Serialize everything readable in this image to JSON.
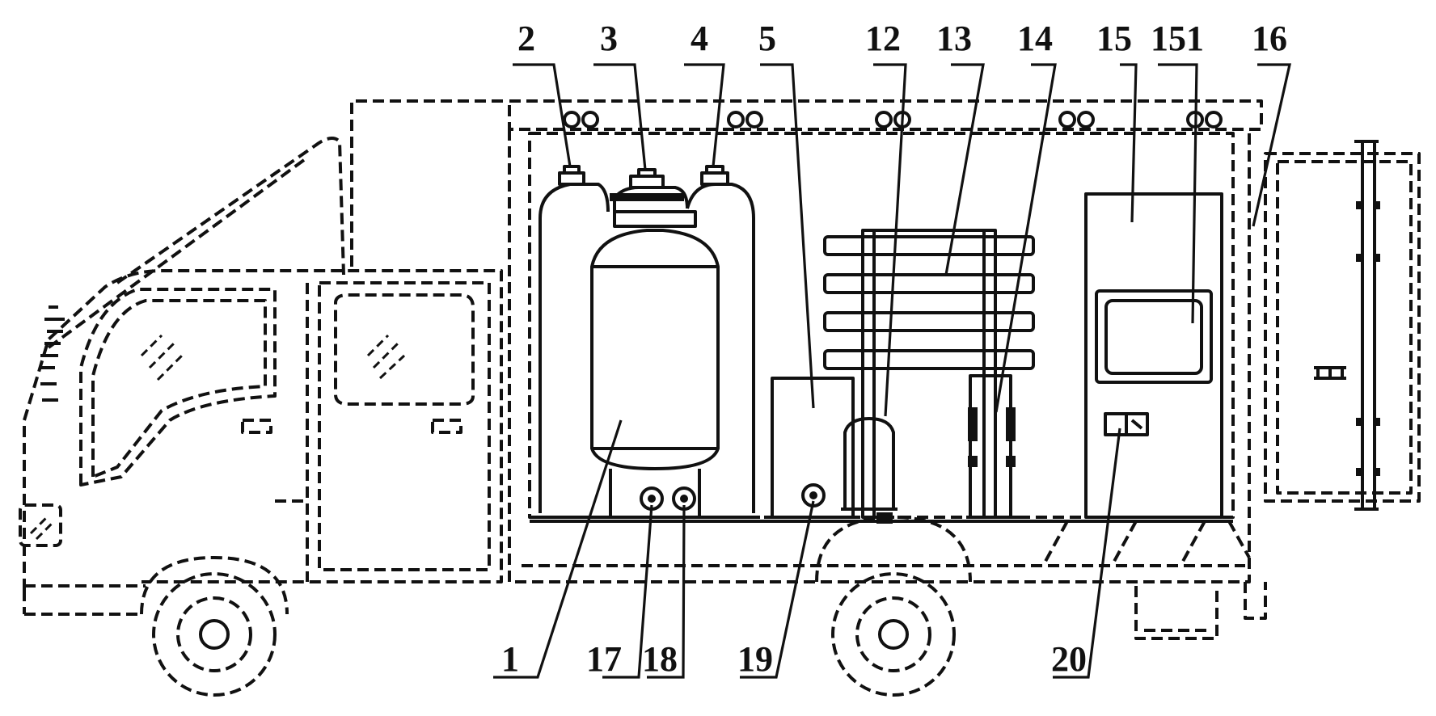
{
  "figure": {
    "labels_top": [
      "2",
      "3",
      "4",
      "5",
      "12",
      "13",
      "14",
      "15",
      "151",
      "16"
    ],
    "labels_bottom": [
      "1",
      "17",
      "18",
      "19",
      "20"
    ]
  }
}
